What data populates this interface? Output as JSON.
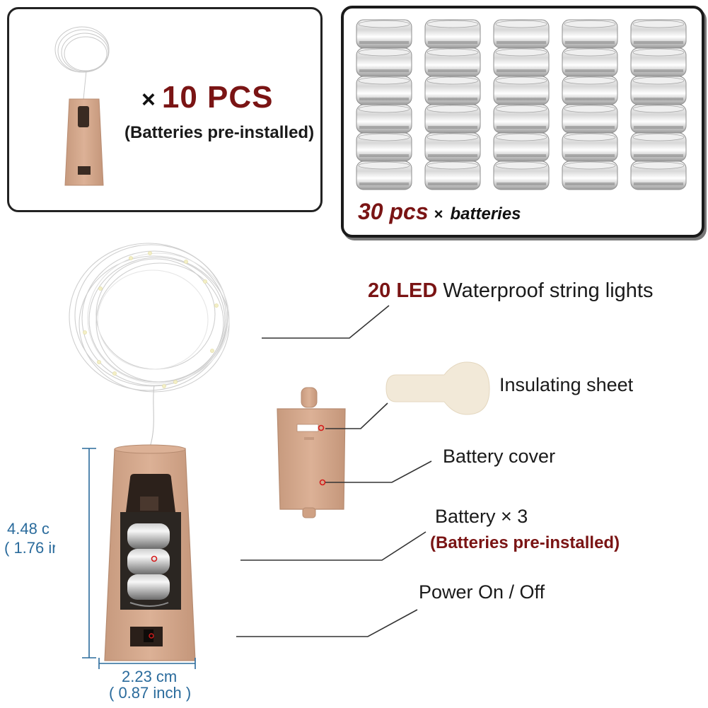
{
  "pack": {
    "multiply": "×",
    "quantity": "10 PCS",
    "note": "(Batteries pre-installed)"
  },
  "batteries_box": {
    "quantity": "30 pcs",
    "multiply": "×",
    "word": "batteries",
    "grid_columns": 5,
    "grid_rows": 6
  },
  "callouts": {
    "led_count": "20 LED",
    "led_desc": "Waterproof string lights",
    "insulating_sheet": "Insulating sheet",
    "battery_cover": "Battery cover",
    "battery": "Battery × 3",
    "batteries_preinstalled": "(Batteries pre-installed)",
    "power": "Power On / Off"
  },
  "dimensions": {
    "height_cm": "4.48 c",
    "height_inch": "( 1.76 ir",
    "width_cm": "2.23 cm",
    "width_inch": "( 0.87 inch )"
  },
  "colors": {
    "accent_red": "#7a1414",
    "cork": "#d2a58a",
    "dimension_blue": "#2a6b9c",
    "marker_red": "#d41b1b"
  }
}
